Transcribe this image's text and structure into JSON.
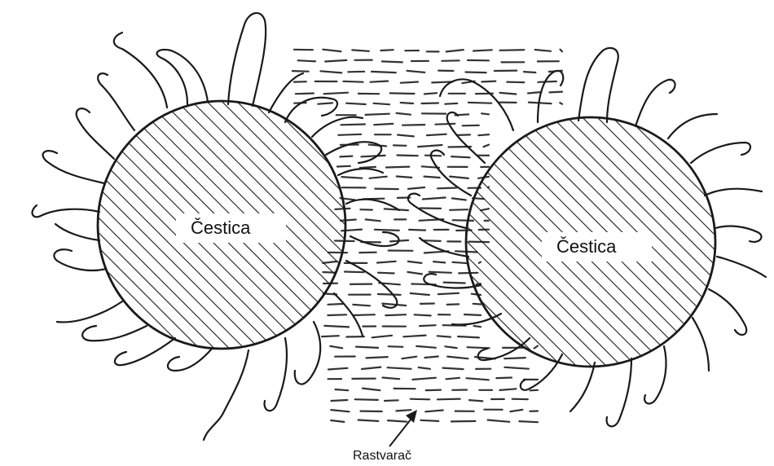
{
  "labels": {
    "particle_left": "Čestica",
    "particle_right": "Čestica",
    "solvent": "Rastvarač"
  },
  "colors": {
    "ink": "#1a1a1a",
    "background": "#ffffff"
  }
}
